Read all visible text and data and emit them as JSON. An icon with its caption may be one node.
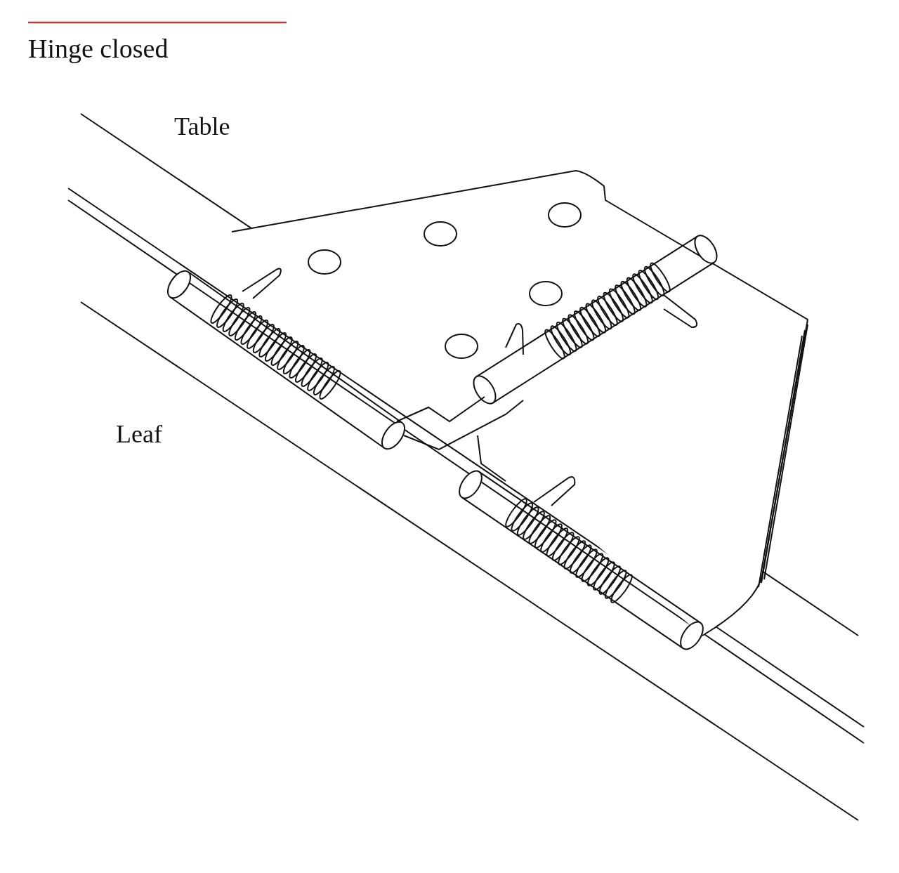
{
  "diagram": {
    "title": "Hinge closed",
    "labels": [
      "Table",
      "Leaf"
    ]
  }
}
